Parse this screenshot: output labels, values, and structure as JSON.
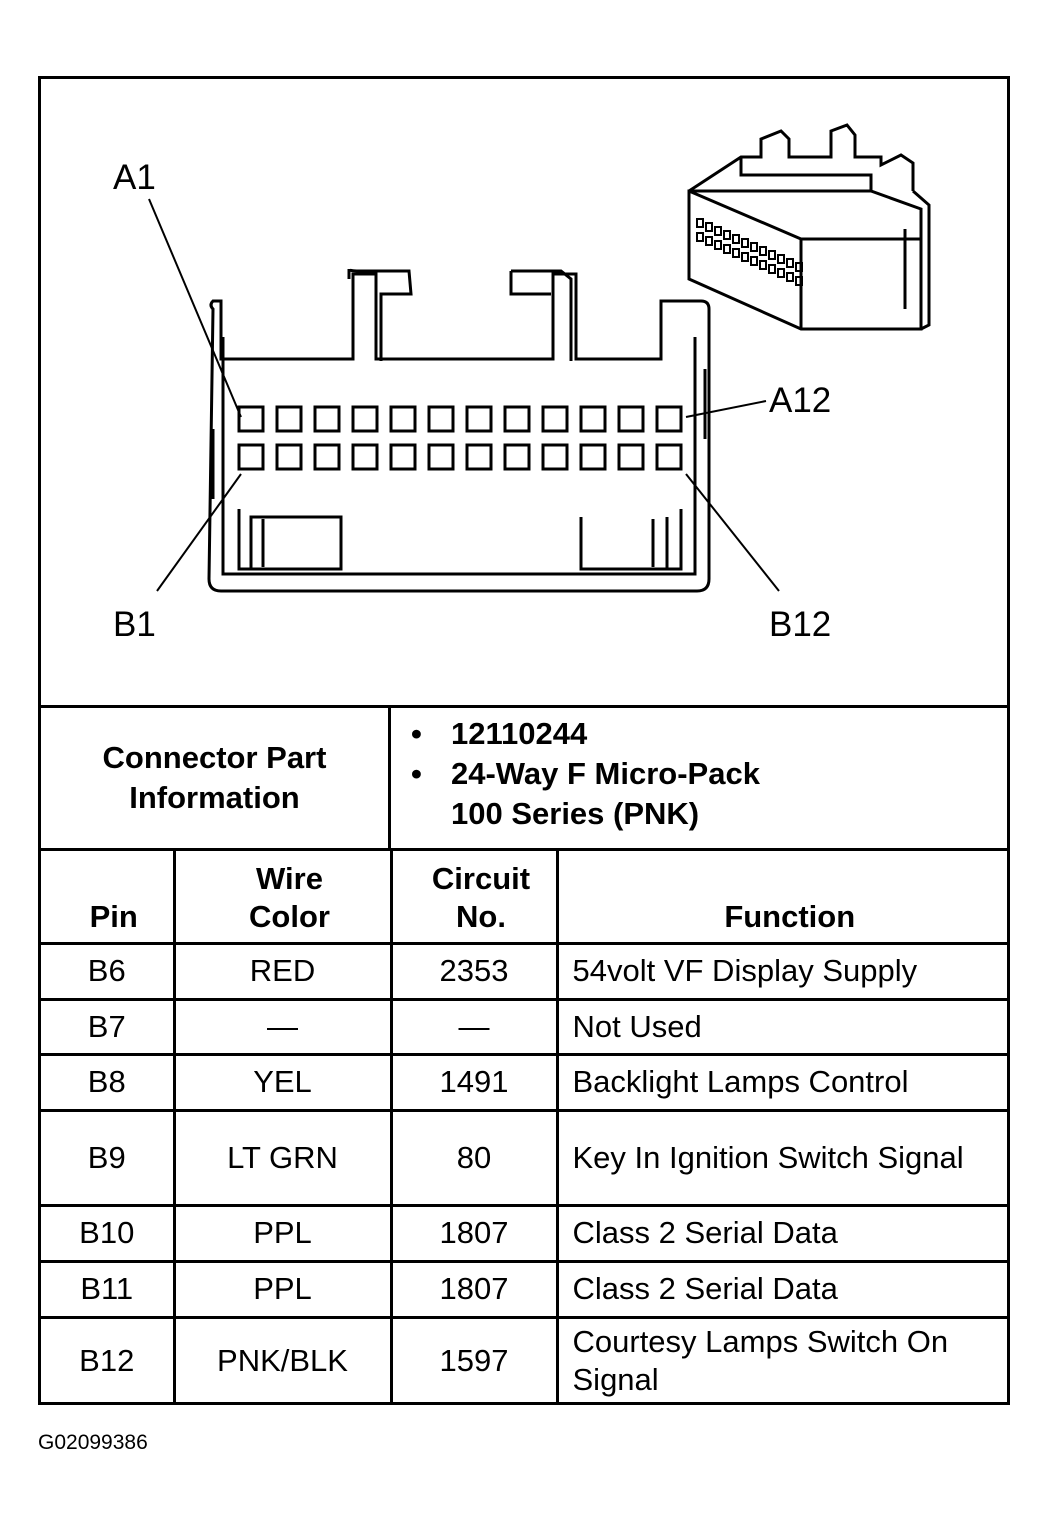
{
  "diagram": {
    "labels": {
      "a1": "A1",
      "a12": "A12",
      "b1": "B1",
      "b12": "B12"
    }
  },
  "connector_info": {
    "label": "Connector Part Information",
    "items": [
      "12110244",
      "24-Way F Micro-Pack",
      "100 Series (PNK)"
    ]
  },
  "table": {
    "headers": {
      "pin": "Pin",
      "wire_color_1": "Wire",
      "wire_color_2": "Color",
      "circuit_1": "Circuit",
      "circuit_2": "No.",
      "function": "Function"
    },
    "rows": [
      {
        "pin": "B6",
        "wire": "RED",
        "circuit": "2353",
        "function": "54volt VF Display Supply"
      },
      {
        "pin": "B7",
        "wire": "—",
        "circuit": "—",
        "function": "Not Used"
      },
      {
        "pin": "B8",
        "wire": "YEL",
        "circuit": "1491",
        "function": "Backlight Lamps Control"
      },
      {
        "pin": "B9",
        "wire": "LT GRN",
        "circuit": "80",
        "function": "Key In Ignition Switch Signal"
      },
      {
        "pin": "B10",
        "wire": "PPL",
        "circuit": "1807",
        "function": "Class 2 Serial Data"
      },
      {
        "pin": "B11",
        "wire": "PPL",
        "circuit": "1807",
        "function": "Class 2 Serial Data"
      },
      {
        "pin": "B12",
        "wire": "PNK/BLK",
        "circuit": "1597",
        "function": "Courtesy Lamps Switch On Signal"
      }
    ]
  },
  "footer": {
    "code": "G02099386"
  }
}
